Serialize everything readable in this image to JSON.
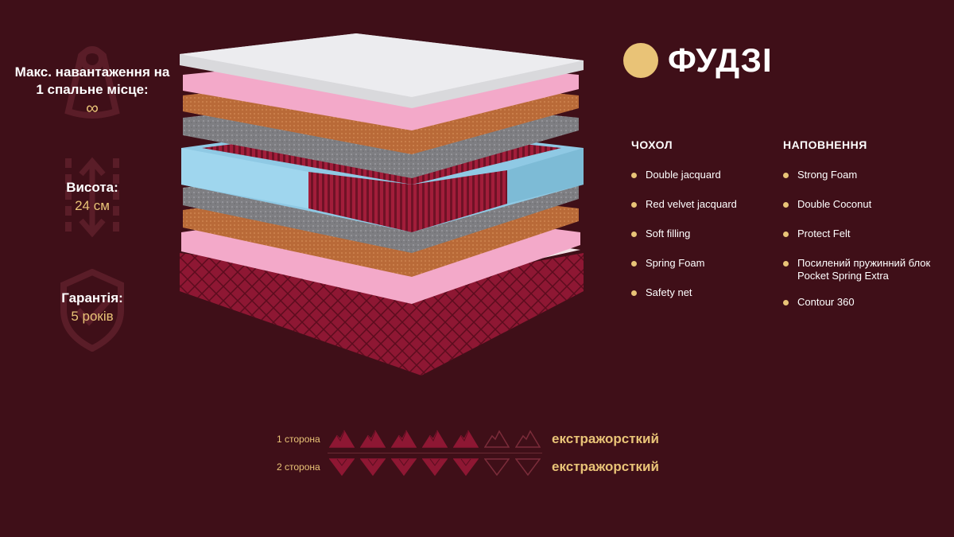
{
  "specs": {
    "load_label": "Макс. навантаження на 1 спальне місце:",
    "load_value": "∞",
    "height_label": "Висота:",
    "height_value": "24 см",
    "warranty_label": "Гарантія:",
    "warranty_value": "5 років"
  },
  "brand": {
    "name": "ФУДЗІ"
  },
  "cover": {
    "title": "ЧОХОЛ",
    "items": [
      "Double jacquard",
      "Red velvet jacquard",
      "Soft filling",
      "Spring Foam",
      "Safety net"
    ]
  },
  "filling": {
    "title": "НАПОВНЕННЯ",
    "items": [
      "Strong Foam",
      "Double Coconut",
      "Protect Felt",
      "Посилений пружинний блок Pocket Spring Extra",
      "Contour 360"
    ]
  },
  "rigidity": {
    "side1": {
      "label": "1 сторона",
      "level": 5,
      "max": 7,
      "text": "екстражорсткий"
    },
    "side2": {
      "label": "2 сторона",
      "level": 5,
      "max": 7,
      "text": "екстражорсткий"
    }
  },
  "colors": {
    "background": "#3f0f18",
    "accent": "#e9c377",
    "crimson": "#8e1733"
  }
}
